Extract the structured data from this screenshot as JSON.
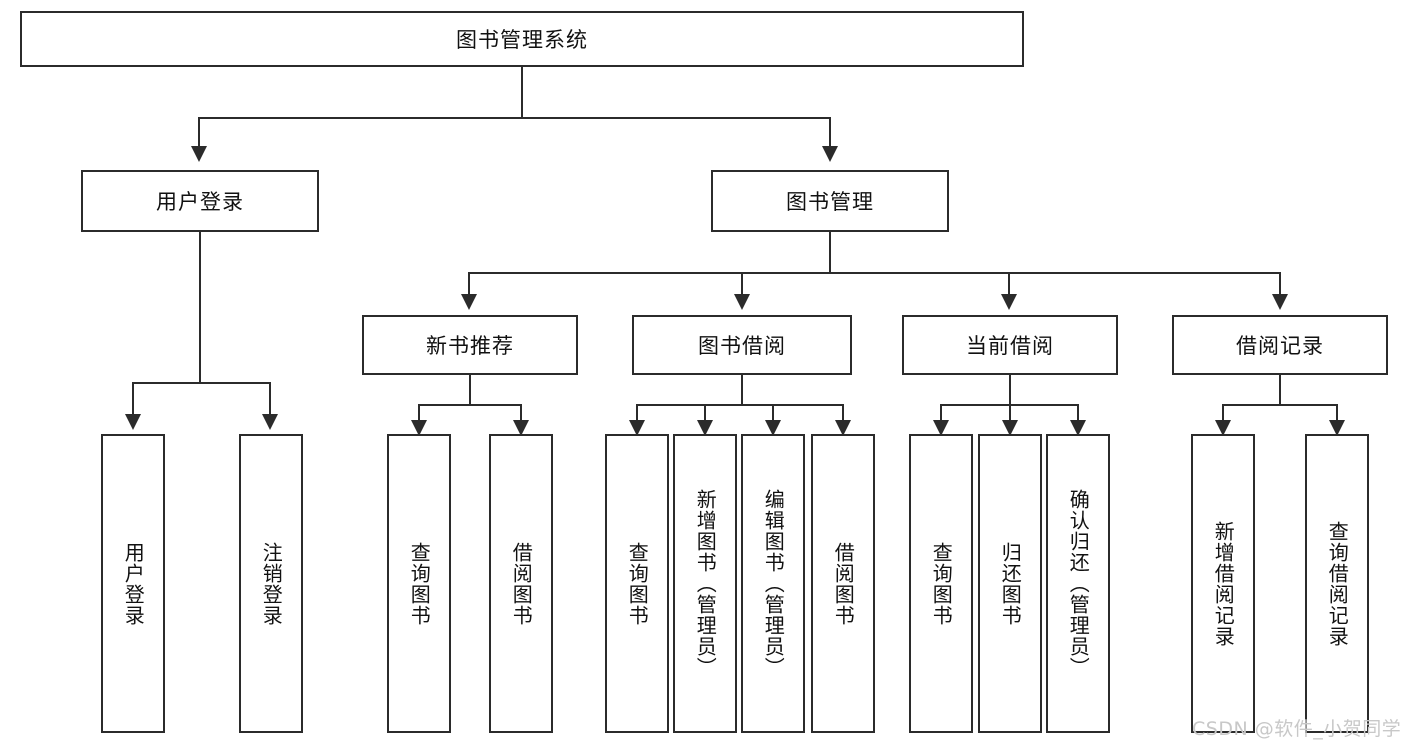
{
  "diagram": {
    "title": "图书管理系统",
    "type": "tree",
    "watermark": "CSDN @软件_小贺同学",
    "colors": {
      "box_border": "#2b2b2b",
      "box_fill": "#ffffff",
      "connector": "#2b2b2b",
      "text": "#111111",
      "watermark": "#c8c8c8",
      "background": "#ffffff"
    },
    "root": {
      "label": "图书管理系统"
    },
    "level2": [
      {
        "id": "user-login",
        "label": "用户登录"
      },
      {
        "id": "book-manage",
        "label": "图书管理"
      }
    ],
    "level3": [
      {
        "id": "new-book-recommend",
        "label": "新书推荐",
        "parent": "book-manage"
      },
      {
        "id": "book-borrow",
        "label": "图书借阅",
        "parent": "book-manage"
      },
      {
        "id": "current-borrow",
        "label": "当前借阅",
        "parent": "book-manage"
      },
      {
        "id": "borrow-record",
        "label": "借阅记录",
        "parent": "book-manage"
      }
    ],
    "leaves": {
      "user-login": [
        {
          "id": "leaf-user-login",
          "label": "用户登录"
        },
        {
          "id": "leaf-user-logout",
          "label": "注销登录"
        }
      ],
      "new-book-recommend": [
        {
          "id": "leaf-query-book-1",
          "label": "查询图书"
        },
        {
          "id": "leaf-borrow-book-1",
          "label": "借阅图书"
        }
      ],
      "book-borrow": [
        {
          "id": "leaf-query-book-2",
          "label": "查询图书"
        },
        {
          "id": "leaf-add-book",
          "label": "新增图书（管理员）"
        },
        {
          "id": "leaf-edit-book",
          "label": "编辑图书（管理员）"
        },
        {
          "id": "leaf-borrow-book-2",
          "label": "借阅图书"
        }
      ],
      "current-borrow": [
        {
          "id": "leaf-query-book-3",
          "label": "查询图书"
        },
        {
          "id": "leaf-return-book",
          "label": "归还图书"
        },
        {
          "id": "leaf-confirm-return",
          "label": "确认归还（管理员）"
        }
      ],
      "borrow-record": [
        {
          "id": "leaf-add-record",
          "label": "新增借阅记录"
        },
        {
          "id": "leaf-query-record",
          "label": "查询借阅记录"
        }
      ]
    }
  }
}
